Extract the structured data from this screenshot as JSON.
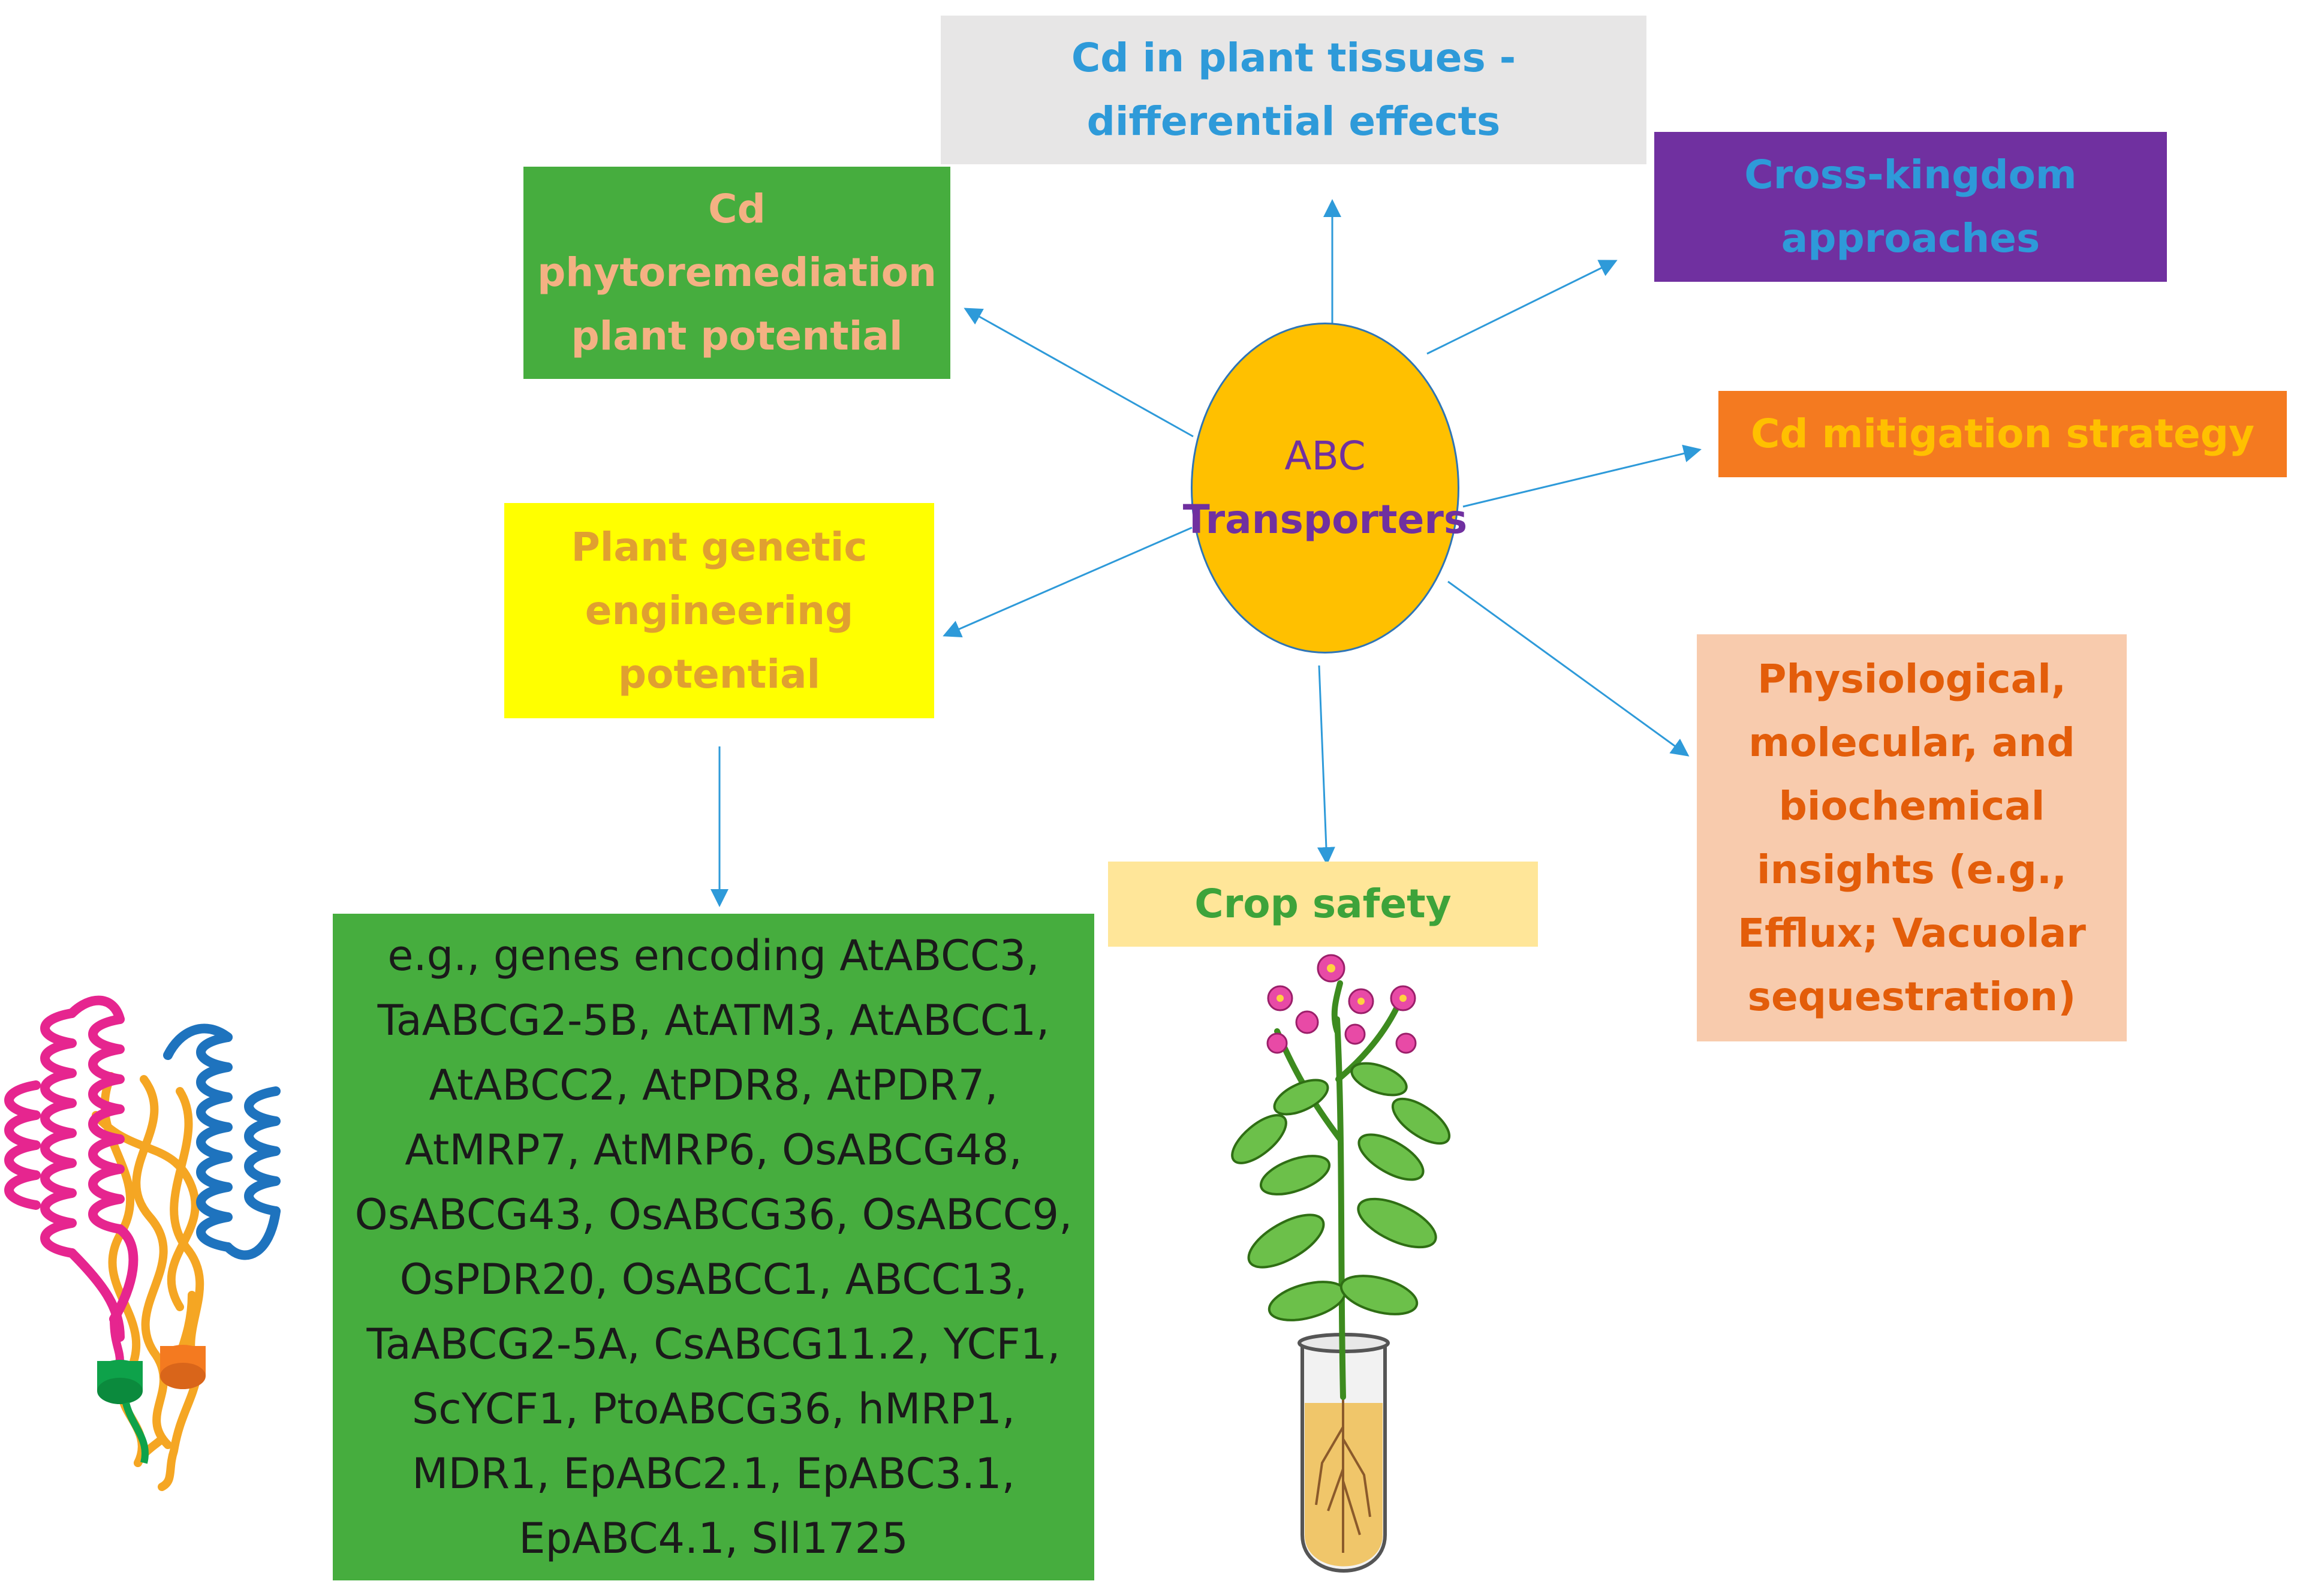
{
  "colors": {
    "arrow": "#2e9ad9",
    "ellipse_fill": "#ffc000",
    "ellipse_stroke": "#2e75b6"
  },
  "center": {
    "line1": "ABC",
    "line2": "Transporters"
  },
  "nodes": {
    "tissues": {
      "text": "Cd in plant tissues - differential effects",
      "bg": "#e7e6e6",
      "color": "#2e9ad9"
    },
    "phyto": {
      "text": "Cd phytoremediation plant potential",
      "bg": "#46ad3e",
      "color": "#f4b183"
    },
    "crosskingdom": {
      "text": "Cross-kingdom approaches",
      "bg": "#7030a0",
      "color": "#2e9ad9"
    },
    "mitigation": {
      "text": "Cd mitigation strategy",
      "bg": "#f47a20",
      "color": "#ffc000"
    },
    "genetic": {
      "text": "Plant genetic engineering potential",
      "bg": "#ffff00",
      "color": "#e0a030"
    },
    "physio": {
      "text": "Physiological, molecular, and biochemical insights (e.g., Efflux; Vacuolar sequestration)",
      "bg": "#f8cbad",
      "color": "#e35d0a"
    },
    "crop": {
      "text": "Crop safety",
      "bg": "#ffe699",
      "color": "#3da33a"
    },
    "genes": {
      "text": "e.g., genes encoding AtABCC3, TaABCG2-5B, AtATM3, AtABCC1, AtABCC2, AtPDR8, AtPDR7, AtMRP7, AtMRP6, OsABCG48, OsABCG43, OsABCG36, OsABCC9, OsPDR20, OsABCC1, ABCC13, TaABCG2-5A, CsABCG11.2, YCF1, ScYCF1, PtoABCG36, hMRP1, MDR1, EpABC2.1, EpABC3.1, EpABC4.1, Sll1725",
      "bg": "#46ad3e",
      "color": "#1a1a1a"
    }
  },
  "illustrations": {
    "protein": "abc-transporter-protein-illustration",
    "plant": "plant-in-test-tube-illustration"
  }
}
